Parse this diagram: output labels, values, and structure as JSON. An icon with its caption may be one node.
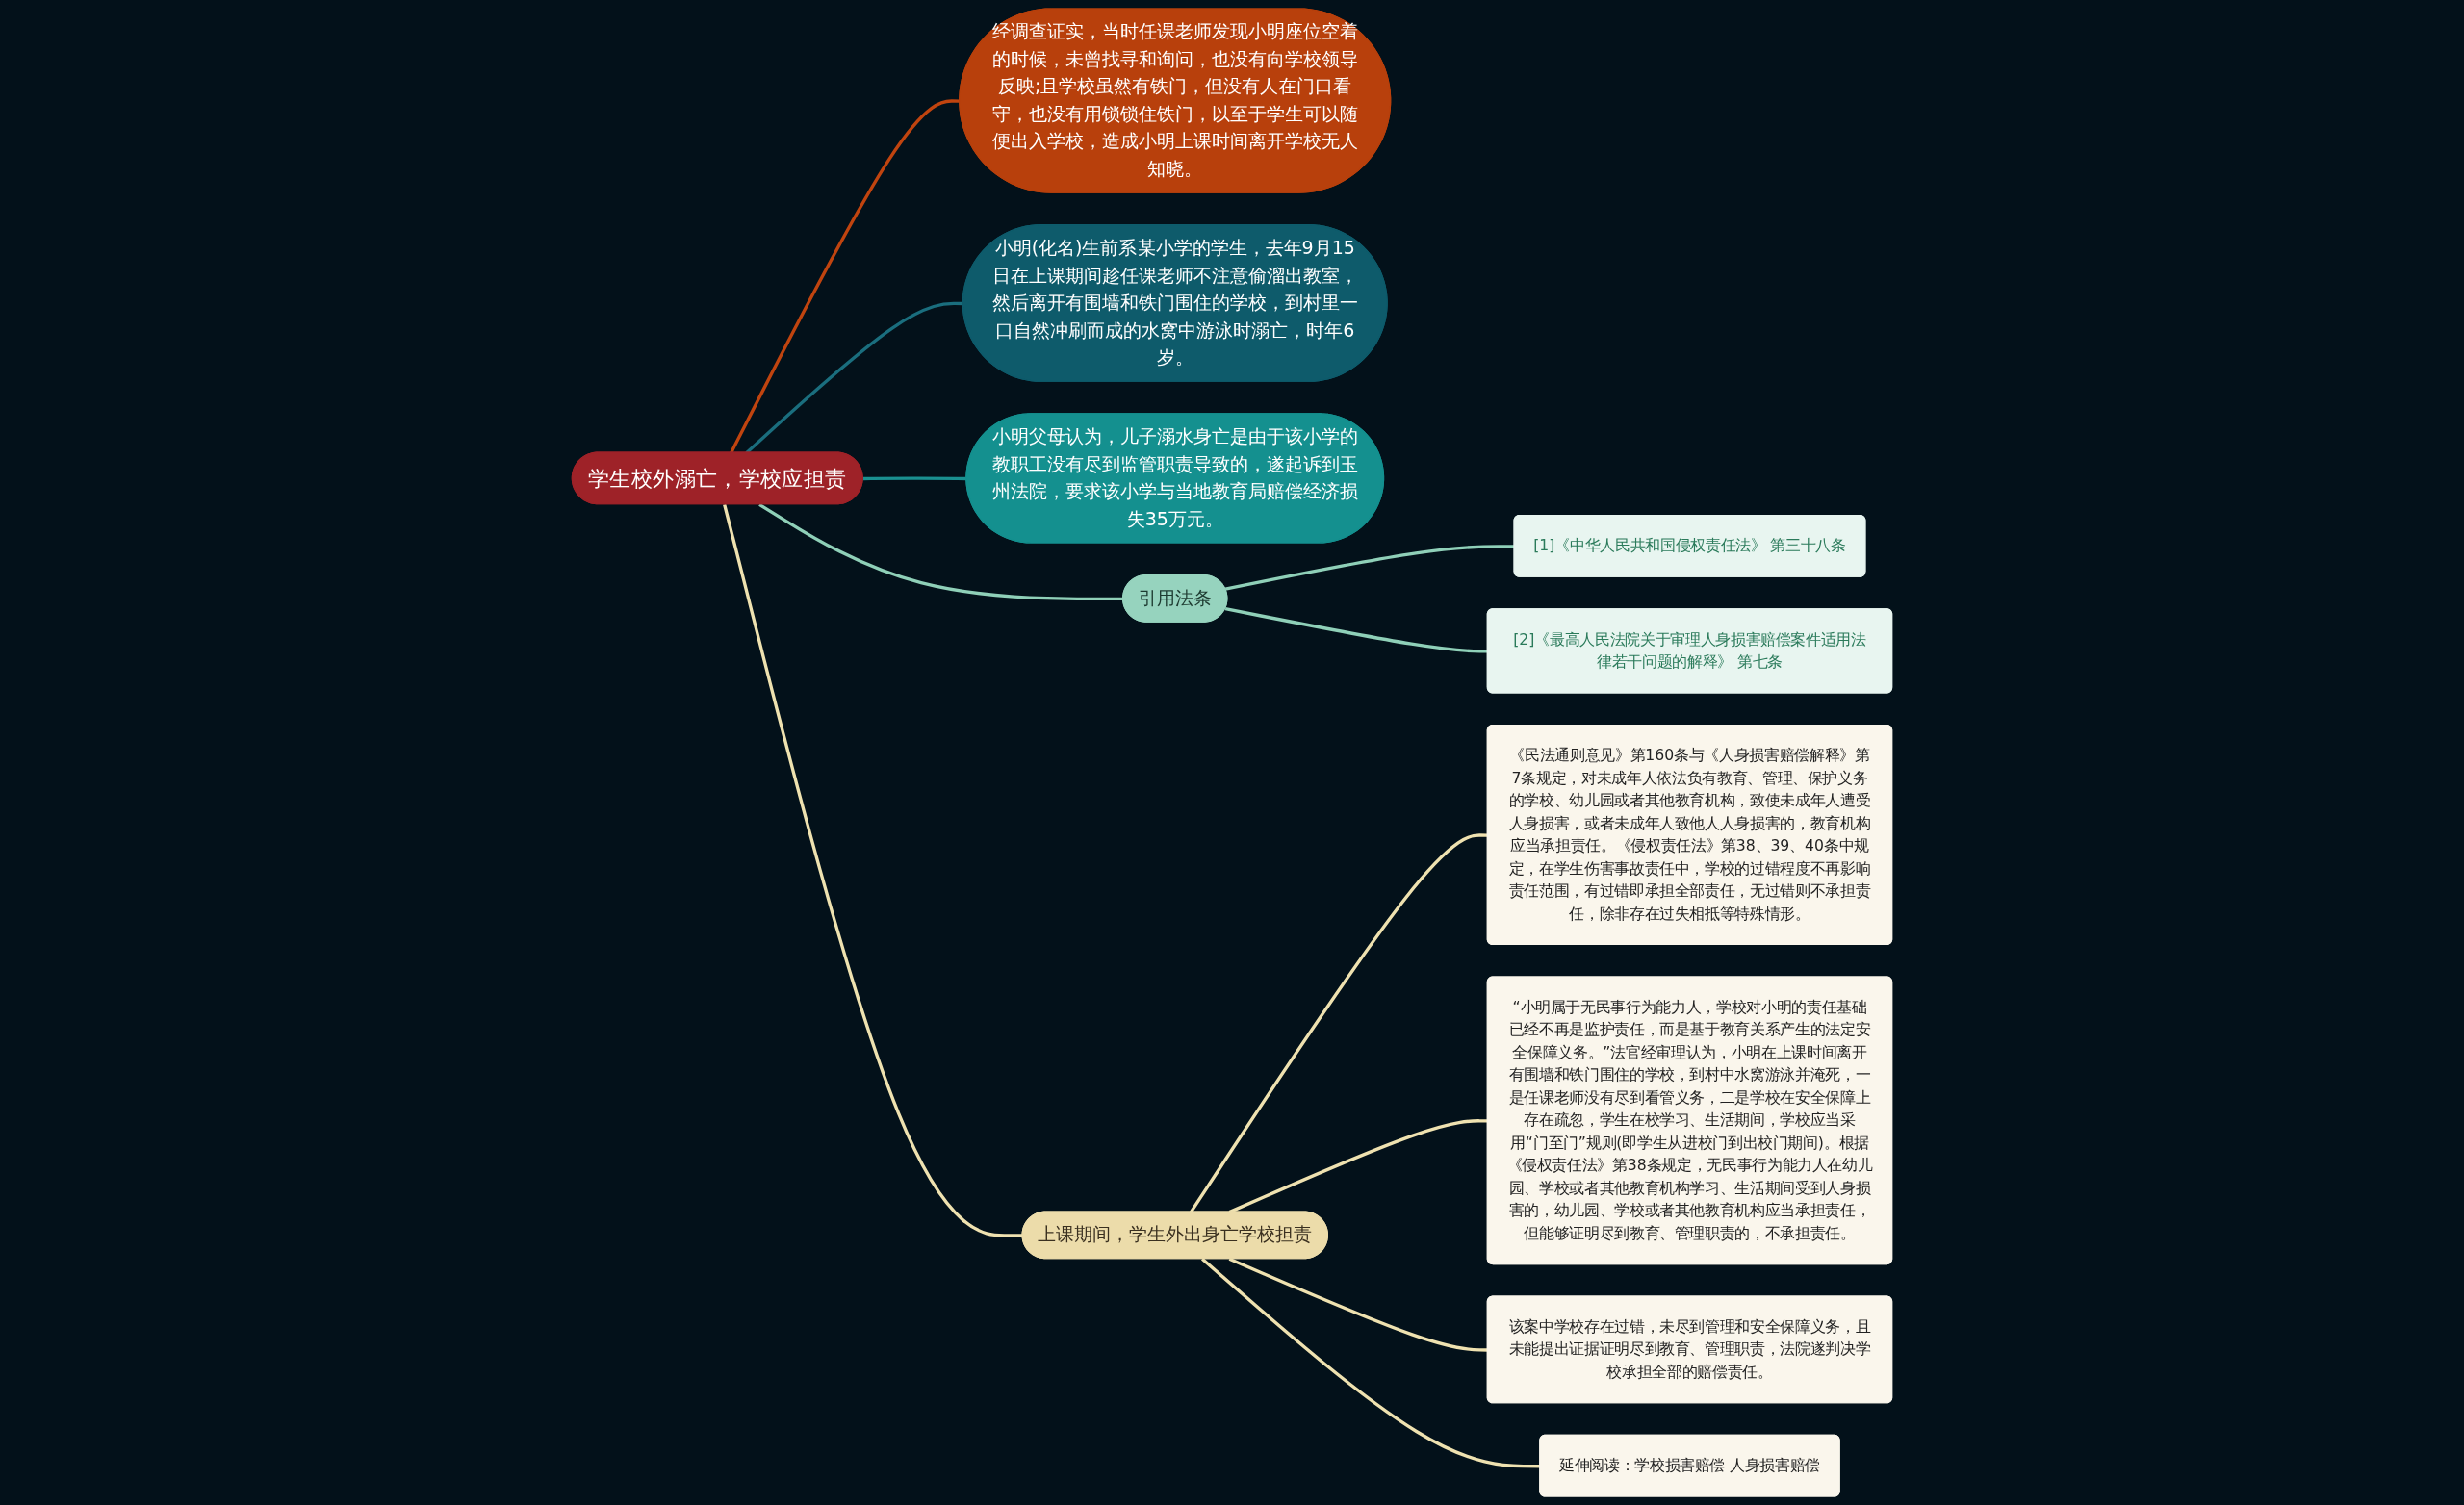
{
  "diagram": {
    "nodes": [
      {
        "text": [
          "学生校外溺亡，学校应担责"
        ]
      },
      {
        "text": [
          "经调查证实，当时任课老师发现小明座位空着的时候，未曾找寻和询问，也没有向学校领导反映;且学校虽然有铁门，但没有人在门口看守，也没有用锁锁住铁门，以至于学生可以随便出入学校，造成小明上课时间离开学校无人知晓。"
        ]
      },
      {
        "text": [
          "小明(化名)生前系某小学的学生，去年9月15日在上课期间趁任课老师不注意偷溜出教室，然后离开有围墙和铁门围住的学校，到村里一口自然冲刷而成的水窝中游泳时溺亡，时年6岁。"
        ]
      },
      {
        "text": [
          "小明父母认为，儿子溺水身亡是由于该小学的教职工没有尽到监管职责导致的，遂起诉到玉州法院，要求该小学与当地教育局赔偿经济损失35万元。"
        ]
      },
      {
        "text": [
          "引用法条"
        ]
      },
      {
        "text": [
          "[1]《中华人民共和国侵权责任法》 第三十八条"
        ]
      },
      {
        "text": [
          "[2]《最高人民法院关于审理人身损害赔偿案件适用法律若干问题的解释》 第七条"
        ]
      },
      {
        "text": [
          "上课期间，学生外出身亡学校担责"
        ]
      },
      {
        "text": [
          "《民法通则意见》第160条与《人身损害赔偿解释》第7条规定，对未成年人依法负有教育、管理、保护义务的学校、幼儿园或者其他教育机构，致使未成年人遭受人身损害，或者未成年人致他人人身损害的，教育机构应当承担责任。《侵权责任法》第38、39、40条中规定，在学生伤害事故责任中，学校的过错程度不再影响责任范围，有过错即承担全部责任，无过错则不承担责任，除非存在过失相抵等特殊情形。"
        ]
      },
      {
        "text": [
          "“小明属于无民事行为能力人，学校对小明的责任基础已经不再是监护责任，而是基于教育关系产生的法定安全保障义务。”法官经审理认为，小明在上课时间离开有围墙和铁门围住的学校，到村中水窝游泳并淹死，一是任课老师没有尽到看管义务，二是学校在安全保障上存在疏忽，学生在校学习、生活期间，学校应当采用“门至门”规则(即学生从进校门到出校门期间)。根据《侵权责任法》第38条规定，无民事行为能力人在幼儿园、学校或者其他教育机构学习、生活期间受到人身损害的，幼儿园、学校或者其他教育机构应当承担责任，但能够证明尽到教育、管理职责的，不承担责任。"
        ]
      },
      {
        "text": [
          "该案中学校存在过错，未尽到管理和安全保障义务，且未能提出证据证明尽到教育、管理职责，法院遂判决学校承担全部的赔偿责任。"
        ]
      },
      {
        "text": [
          "延伸阅读：学校损害赔偿 人身损害赔偿"
        ]
      }
    ],
    "edges": [
      {
        "from": 0,
        "to": 1,
        "arrow": "none",
        "color": "#c0440f"
      },
      {
        "from": 0,
        "to": 2,
        "arrow": "none",
        "color": "#1a6e7e"
      },
      {
        "from": 0,
        "to": 3,
        "arrow": "none",
        "color": "#1a9090"
      },
      {
        "from": 0,
        "to": 4,
        "arrow": "none",
        "color": "#8fd0b8"
      },
      {
        "from": 4,
        "to": 5,
        "arrow": "none",
        "color": "#8fd0b8"
      },
      {
        "from": 4,
        "to": 6,
        "arrow": "none",
        "color": "#8fd0b8"
      },
      {
        "from": 0,
        "to": 7,
        "arrow": "none"
      },
      {
        "from": 7,
        "to": 8,
        "arrow": "none"
      },
      {
        "from": 7,
        "to": 9,
        "arrow": "none"
      },
      {
        "from": 7,
        "to": 10,
        "arrow": "none"
      },
      {
        "from": 7,
        "to": 11,
        "arrow": "none"
      }
    ]
  }
}
